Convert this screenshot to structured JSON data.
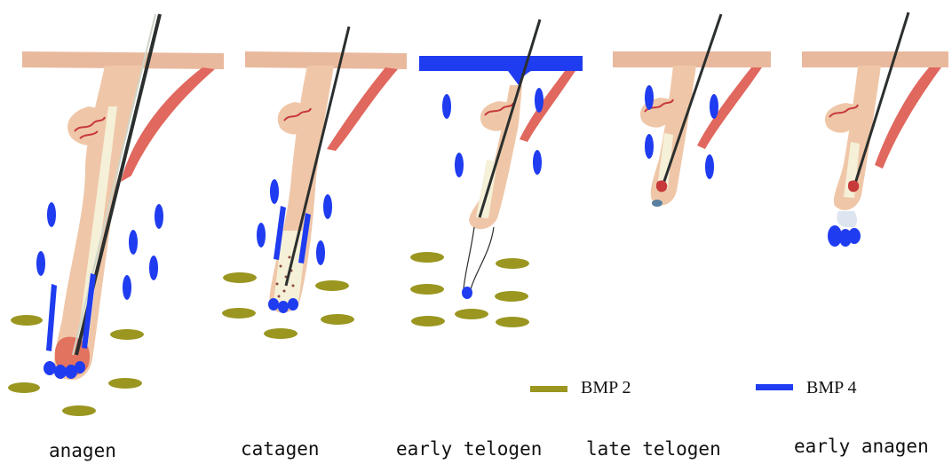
{
  "stages": [
    {
      "label": "anagen"
    },
    {
      "label": "catagen"
    },
    {
      "label": "early telogen"
    },
    {
      "label": "late telogen"
    },
    {
      "label": "early anagen"
    }
  ],
  "legend": [
    {
      "label": "BMP 2",
      "color": "#9a9620"
    },
    {
      "label": "BMP 4",
      "color": "#1f3cf0"
    }
  ],
  "colors": {
    "skin": "#e9b99e",
    "follicle": "#efc7a8",
    "hair": "#2b2f2e",
    "vessel": "#e0685e",
    "bulb": "#e2735e",
    "sheath": "#f5f0d8"
  }
}
